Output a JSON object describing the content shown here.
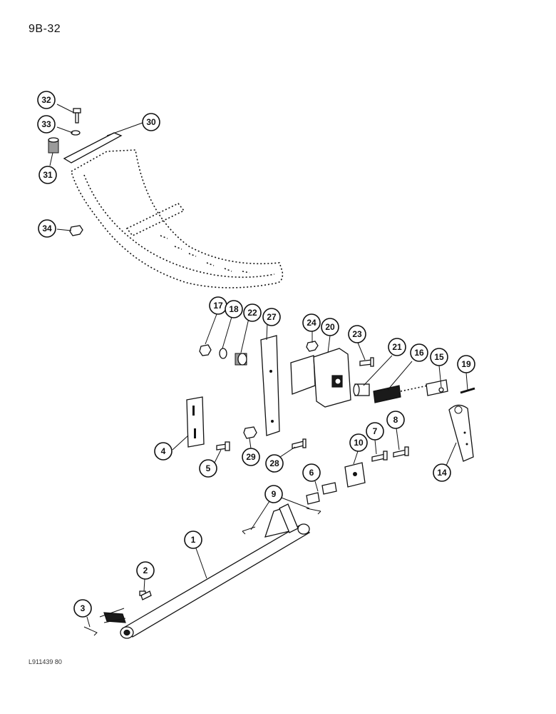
{
  "page_label": "9B-32",
  "reference_code": "L911439 80",
  "callouts": [
    {
      "id": "c32",
      "label": "32"
    },
    {
      "id": "c33",
      "label": "33"
    },
    {
      "id": "c30",
      "label": "30"
    },
    {
      "id": "c31",
      "label": "31"
    },
    {
      "id": "c34",
      "label": "34"
    },
    {
      "id": "c17",
      "label": "17"
    },
    {
      "id": "c18",
      "label": "18"
    },
    {
      "id": "c22",
      "label": "22"
    },
    {
      "id": "c27",
      "label": "27"
    },
    {
      "id": "c24",
      "label": "24"
    },
    {
      "id": "c20",
      "label": "20"
    },
    {
      "id": "c23",
      "label": "23"
    },
    {
      "id": "c21",
      "label": "21"
    },
    {
      "id": "c16",
      "label": "16"
    },
    {
      "id": "c15",
      "label": "15"
    },
    {
      "id": "c19",
      "label": "19"
    },
    {
      "id": "c4",
      "label": "4"
    },
    {
      "id": "c5",
      "label": "5"
    },
    {
      "id": "c29",
      "label": "29"
    },
    {
      "id": "c28",
      "label": "28"
    },
    {
      "id": "c10",
      "label": "10"
    },
    {
      "id": "c7",
      "label": "7"
    },
    {
      "id": "c8",
      "label": "8"
    },
    {
      "id": "c14",
      "label": "14"
    },
    {
      "id": "c6",
      "label": "6"
    },
    {
      "id": "c9",
      "label": "9"
    },
    {
      "id": "c1",
      "label": "1"
    },
    {
      "id": "c2",
      "label": "2"
    },
    {
      "id": "c3",
      "label": "3"
    }
  ]
}
